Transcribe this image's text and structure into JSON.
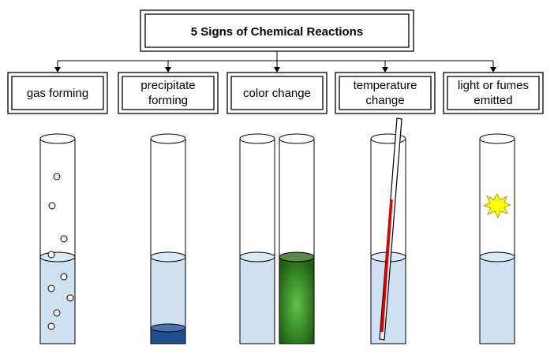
{
  "title": "5 Signs of Chemical Reactions",
  "categories": [
    {
      "lines": [
        "gas forming"
      ]
    },
    {
      "lines": [
        "precipitate",
        "forming"
      ]
    },
    {
      "lines": [
        "color change"
      ]
    },
    {
      "lines": [
        "temperature",
        "change"
      ]
    },
    {
      "lines": [
        "light or fumes",
        "emitted"
      ]
    }
  ],
  "colors": {
    "liquid": "#cfe0f1",
    "precipitate": "#1f4e8c",
    "green_liquid": "#2f8a1f",
    "thermometer_red": "#e00000",
    "flash": "#ffff00",
    "stroke": "#000000"
  }
}
